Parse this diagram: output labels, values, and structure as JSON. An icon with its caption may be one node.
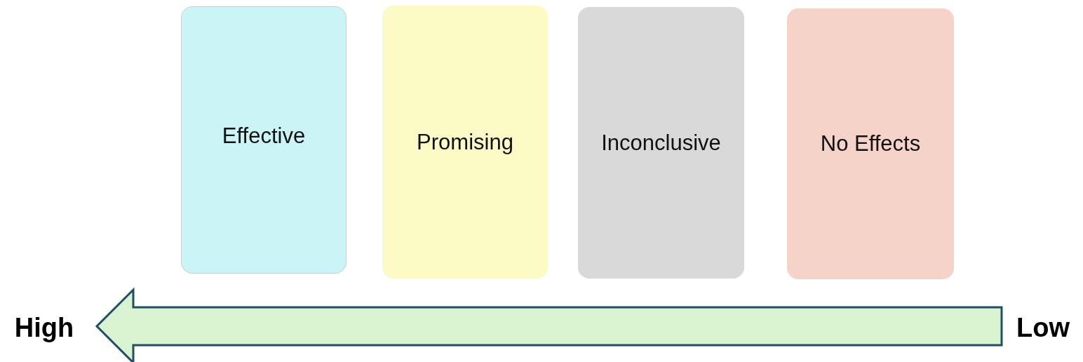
{
  "diagram": {
    "nodes": [
      {
        "text": [
          "Effective"
        ]
      },
      {
        "text": [
          "Promising"
        ]
      },
      {
        "text": [
          "Inconclusive"
        ]
      },
      {
        "text": [
          "No Effects"
        ]
      },
      {
        "text": [
          "High"
        ]
      },
      {
        "text": [
          "Low"
        ]
      }
    ],
    "edges": [
      {
        "from": 5,
        "to": 4,
        "arrow": "to",
        "style": "thick"
      }
    ]
  }
}
